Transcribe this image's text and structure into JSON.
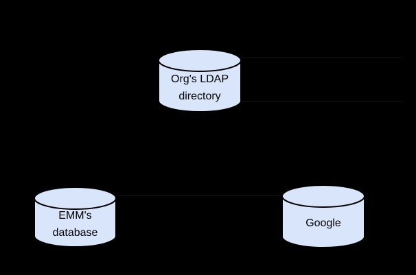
{
  "diagram": {
    "background_color": "#000000",
    "node_fill_color": "#d9e5fa",
    "node_stroke_color": "#000000",
    "label_color": "#000000",
    "connector_color": "#111111",
    "nodes": {
      "ldap": {
        "shape": "database-cylinder",
        "label": "Org's LDAP\ndirectory"
      },
      "emm": {
        "shape": "database-cylinder",
        "label": "EMM's\ndatabase"
      },
      "google": {
        "shape": "database-cylinder",
        "label": "Google"
      }
    },
    "connectors": [
      {
        "name": "ldap-right-upper",
        "from": "ldap",
        "to": "offscreen-right"
      },
      {
        "name": "ldap-right-lower",
        "from": "ldap",
        "to": "offscreen-right"
      },
      {
        "name": "emm-to-google",
        "from": "emm",
        "to": "google"
      }
    ]
  }
}
